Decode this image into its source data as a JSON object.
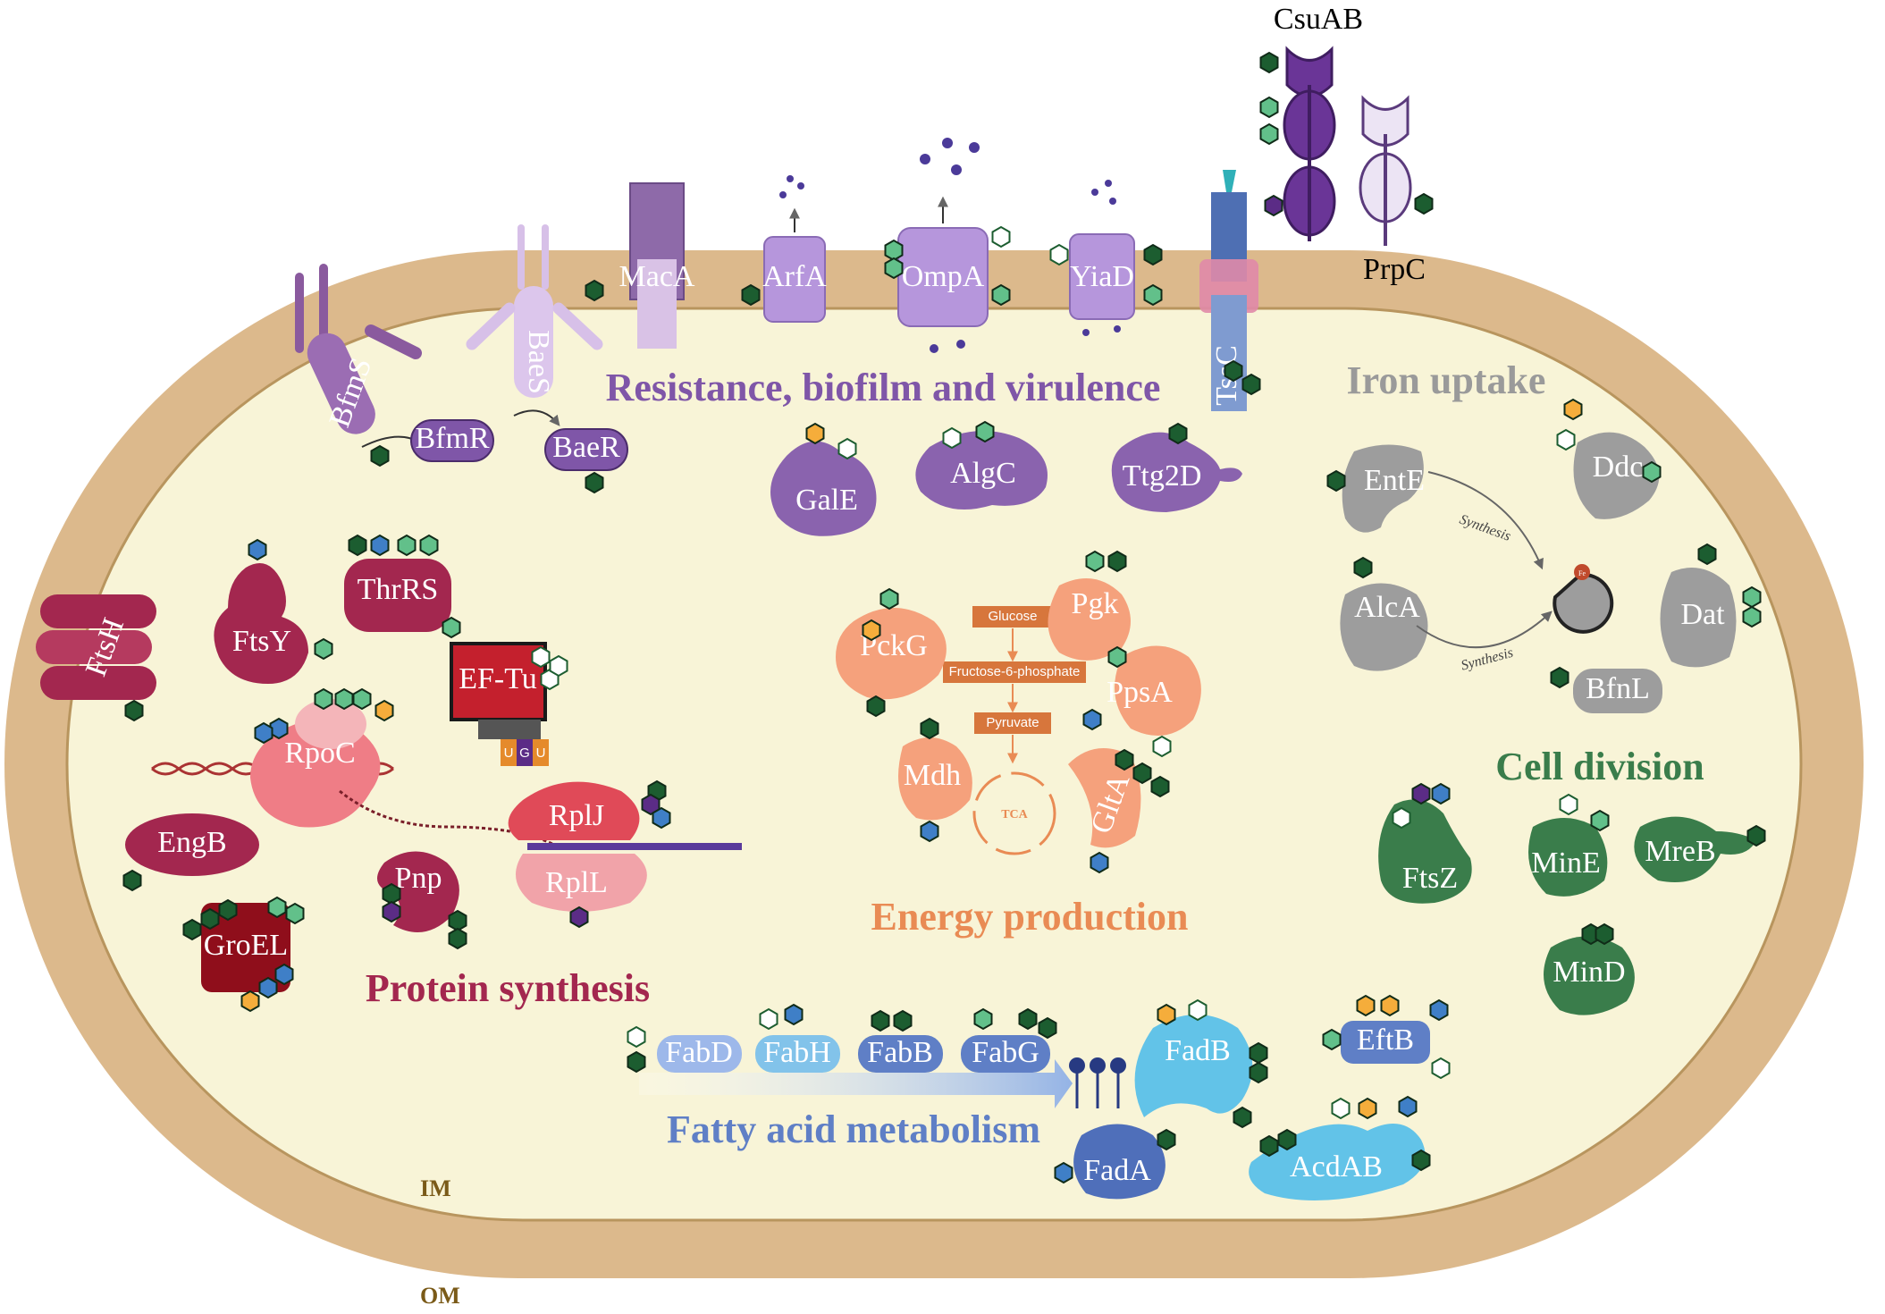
{
  "colors": {
    "outer_membrane": "#dcb98c",
    "cytoplasm": "#f8f4d7",
    "resistance": "#7f56a8",
    "protein": "#a3274f",
    "energy": "#e98b54",
    "iron": "#9a9a9a",
    "division": "#3a7d4b",
    "fatty": "#5f7fc6",
    "marker_dark_green": "#1c5d30",
    "marker_light_green": "#62c08a",
    "marker_blue": "#3f7fc7",
    "marker_orange": "#f5ad3b",
    "marker_purple": "#5b2c86"
  },
  "membranes": {
    "inner": "IM",
    "outer": "OM"
  },
  "sections": {
    "resistance": "Resistance, biofilm and virulence",
    "iron": "Iron uptake",
    "protein": "Protein synthesis",
    "energy": "Energy production",
    "division": "Cell division",
    "fatty": "Fatty acid metabolism"
  },
  "proteins": {
    "csuab": "CsuAB",
    "prpc": "PrpC",
    "maca": "MacA",
    "arfa": "ArfA",
    "ompa": "OmpA",
    "yiad": "YiaD",
    "tssc": "TssC",
    "bfms": "BfmS",
    "baes": "BaeS",
    "bfmr": "BfmR",
    "baer": "BaeR",
    "gale": "GalE",
    "algc": "AlgC",
    "ttg2d": "Ttg2D",
    "ftsh": "FtsH",
    "ftsy": "FtsY",
    "thrrs": "ThrRS",
    "eftu": "EF-Tu",
    "rpoc": "RpoC",
    "rplj": "RplJ",
    "rpll": "RplL",
    "engb": "EngB",
    "pnp": "Pnp",
    "groel": "GroEL",
    "pckg": "PckG",
    "pgk": "Pgk",
    "ppsa": "PpsA",
    "mdh": "Mdh",
    "glta": "GltA",
    "ente": "EntE",
    "ddc": "Ddc",
    "alca": "AlcA",
    "dat": "Dat",
    "bfnl": "BfnL",
    "ftsz": "FtsZ",
    "mine": "MinE",
    "mreb": "MreB",
    "mind": "MinD",
    "fabd": "FabD",
    "fabh": "FabH",
    "fabb": "FabB",
    "fabg": "FabG",
    "fadb": "FadB",
    "fada": "FadA",
    "eftb": "EftB",
    "acdab": "AcdAB"
  },
  "metabolites": {
    "glucose": "Glucose",
    "f6p": "Fructose-6-phosphate",
    "pyruvate": "Pyruvate",
    "tca": "TCA"
  },
  "iron_labels": {
    "synthesis_1": "Synthesis",
    "synthesis_2": "Synthesis",
    "fe": "Fe"
  },
  "trna_codons": {
    "c1": "U",
    "c2": "G",
    "c3": "U"
  }
}
